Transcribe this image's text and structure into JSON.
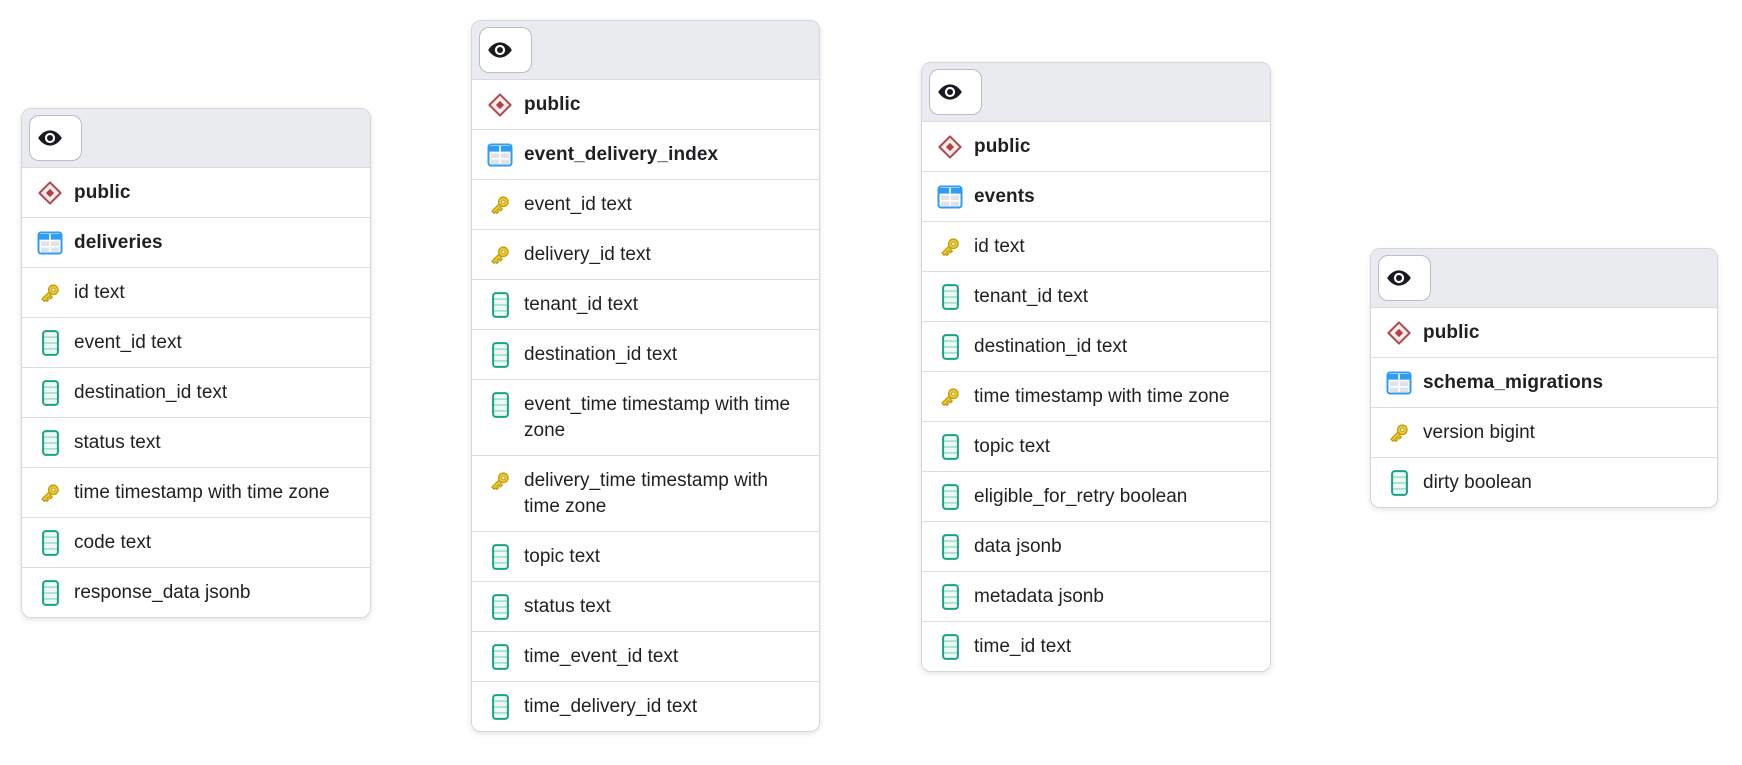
{
  "colors": {
    "header_bg": "#e9ebef",
    "card_border": "#d2d6dd",
    "row_divider": "#dcdfe4",
    "text": "#1f2023",
    "schema_icon_red": "#b04a4f",
    "table_icon_blue": "#2f9cf3",
    "key_icon_gold": "#f1cf30",
    "column_icon_teal": "#17a385"
  },
  "tables": [
    {
      "schema": "public",
      "name": "deliveries",
      "columns": [
        {
          "label": "id text",
          "icon": "key-icon"
        },
        {
          "label": "event_id text",
          "icon": "column-icon"
        },
        {
          "label": "destination_id text",
          "icon": "column-icon"
        },
        {
          "label": "status text",
          "icon": "column-icon"
        },
        {
          "label": "time timestamp with time zone",
          "icon": "key-icon"
        },
        {
          "label": "code text",
          "icon": "column-icon"
        },
        {
          "label": "response_data jsonb",
          "icon": "column-icon"
        }
      ]
    },
    {
      "schema": "public",
      "name": "event_delivery_index",
      "columns": [
        {
          "label": "event_id text",
          "icon": "key-icon"
        },
        {
          "label": "delivery_id text",
          "icon": "key-icon"
        },
        {
          "label": "tenant_id text",
          "icon": "column-icon"
        },
        {
          "label": "destination_id text",
          "icon": "column-icon"
        },
        {
          "label": "event_time timestamp with time zone",
          "icon": "column-icon"
        },
        {
          "label": "delivery_time timestamp with time zone",
          "icon": "key-icon"
        },
        {
          "label": "topic text",
          "icon": "column-icon"
        },
        {
          "label": "status text",
          "icon": "column-icon"
        },
        {
          "label": "time_event_id text",
          "icon": "column-icon"
        },
        {
          "label": "time_delivery_id text",
          "icon": "column-icon"
        }
      ]
    },
    {
      "schema": "public",
      "name": "events",
      "columns": [
        {
          "label": "id text",
          "icon": "key-icon"
        },
        {
          "label": "tenant_id text",
          "icon": "column-icon"
        },
        {
          "label": "destination_id text",
          "icon": "column-icon"
        },
        {
          "label": "time timestamp with time zone",
          "icon": "key-icon"
        },
        {
          "label": "topic text",
          "icon": "column-icon"
        },
        {
          "label": "eligible_for_retry boolean",
          "icon": "column-icon"
        },
        {
          "label": "data jsonb",
          "icon": "column-icon"
        },
        {
          "label": "metadata jsonb",
          "icon": "column-icon"
        },
        {
          "label": "time_id text",
          "icon": "column-icon"
        }
      ]
    },
    {
      "schema": "public",
      "name": "schema_migrations",
      "columns": [
        {
          "label": "version bigint",
          "icon": "key-icon"
        },
        {
          "label": "dirty boolean",
          "icon": "column-icon"
        }
      ]
    }
  ]
}
